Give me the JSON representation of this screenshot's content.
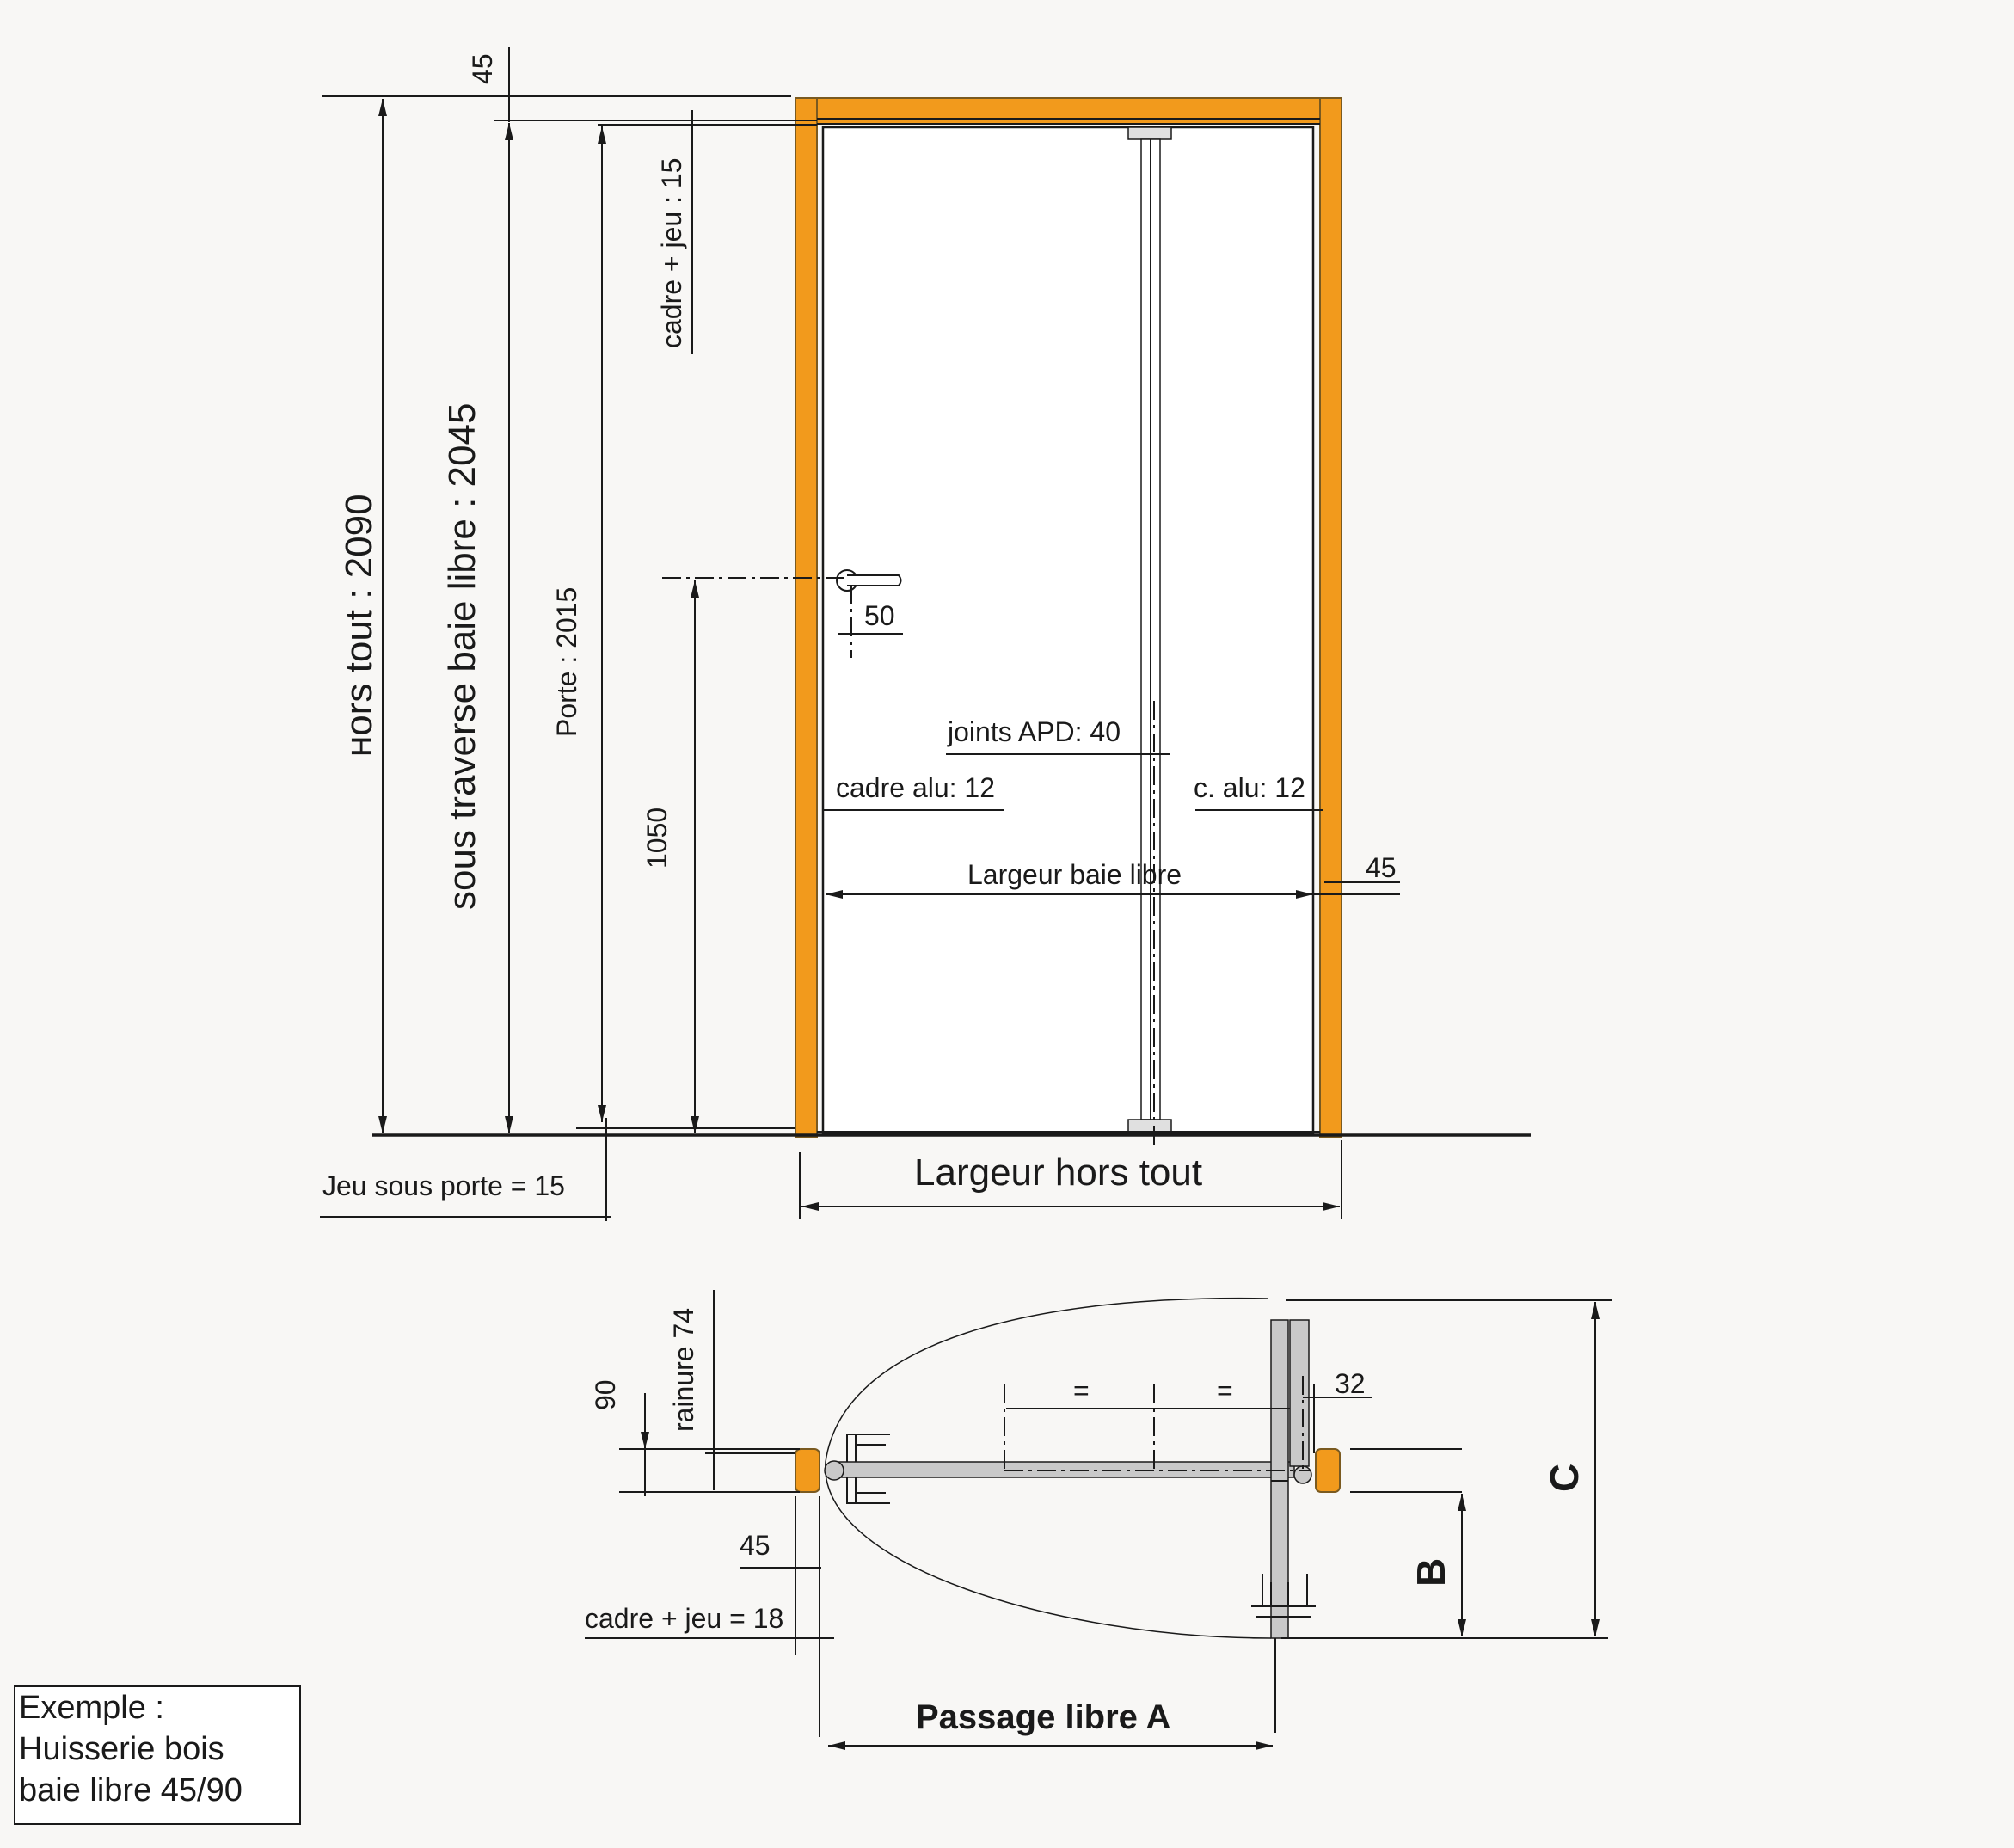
{
  "colors": {
    "frame": "#f29a1c",
    "frame_stroke": "#7a5a20",
    "background": "#f8f7f5",
    "leaf": "#ffffff",
    "hinge_gray": "#c9c9c9"
  },
  "elevation": {
    "top_45": "45",
    "cadre_jeu_15": "cadre + jeu : 15",
    "hors_tout": "ʜors tout : 2090",
    "sous_traverse": "sous traverse baie libre : 2045",
    "porte": "Porte : 2015",
    "poignee_hauteur": "1050",
    "poignee_50": "50",
    "joints_apd": "joints APD: 40",
    "cadre_alu_left": "cadre alu: 12",
    "cadre_alu_right": "c. alu: 12",
    "largeur_baie_libre": "Largeur baie libre",
    "right_45": "45",
    "jeu_sous_porte": "Jeu sous porte = 15",
    "largeur_hors_tout": "Largeur hors tout"
  },
  "plan": {
    "rainure": "rainure 74",
    "d90": "90",
    "d45": "45",
    "cadre_jeu_18": "cadre + jeu = 18",
    "eq_left": "=",
    "eq_right": "=",
    "d32": "32",
    "passage_libre": "Passage libre A",
    "label_b": "B",
    "label_c": "C"
  },
  "caption": {
    "line1": "Exemple :",
    "line2": "Huisserie bois",
    "line3": "baie libre  45/90"
  }
}
